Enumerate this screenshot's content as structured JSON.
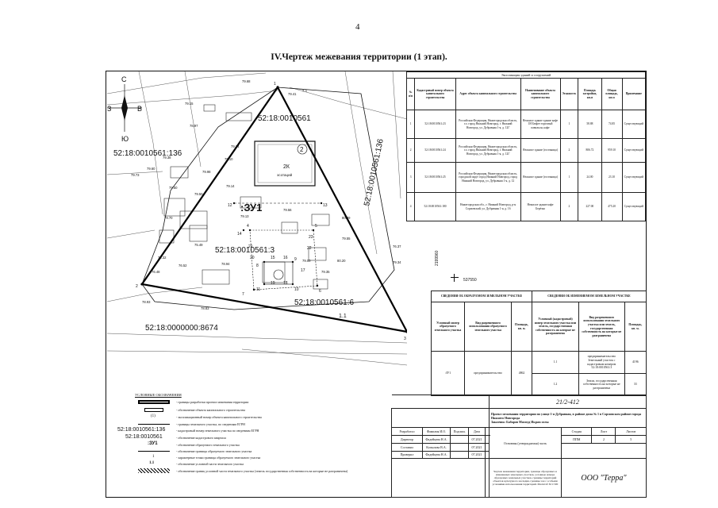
{
  "page_number": "4",
  "title": "IV.Чертеж межевания территории (1 этап).",
  "map": {
    "compass": {
      "north": "С",
      "south": "Ю",
      "west": "З",
      "east": "В"
    },
    "parcel_labels": [
      "52:18:0010561",
      "52:18:0010561:136",
      "52:18:0010561:136",
      "52:18:0010561:3",
      "52:18:0010561:6",
      "52:18:0000000:8674"
    ],
    "zone_label": ":ЗУ1",
    "zone_code": "1.1",
    "building_label": "2К",
    "building_sub": "эсотаций",
    "building_num": "2",
    "coord_vertical": "2199960",
    "coord_horizontal": "537550",
    "elevations": [
      "79.68",
      "79.41",
      "7 п",
      "79.15",
      "76.37",
      "79.34",
      "78.93",
      "78.83",
      "79.38",
      "79.50",
      "79.60",
      "79.73",
      "78.97",
      "79.10",
      "79.98",
      "79.24",
      "79.14",
      "79.50",
      "79.70",
      "75.49",
      "79.32",
      "76.48",
      "76.52",
      "78.94",
      "79.00",
      "80.20",
      "79.55",
      "80.09",
      "79.56",
      "79.13",
      "79.35"
    ],
    "vertex_numbers": [
      "1",
      "2",
      "3",
      "4",
      "5",
      "6",
      "7",
      "8",
      "9",
      "10",
      "11",
      "12",
      "13",
      "14",
      "15",
      "16",
      "17",
      "18",
      "19",
      "20",
      "21",
      "22",
      "23"
    ]
  },
  "table1": {
    "caption": "Экспликация зданий и сооружений",
    "headers": [
      "№ п/п",
      "Кадастровый номер объекта капитального строительства",
      "Адрес объекта капитального строительства",
      "Наименование объекта капитального строительства",
      "Этажность",
      "Площадь застройки, кв.м",
      "Общая площадь, кв.м",
      "Примечание"
    ],
    "rows": [
      [
        "1",
        "52:18:0010561:23",
        "Российская Федерация, Нижегородская область, г.о. город Нижний Новгород, г. Нижний Новгород, ул. Дубравная 1-я, д. 12Г",
        "Нежилое здание здание кафе 1Н Бюфет торговый павильон, кафе",
        "1",
        "58.88",
        "74.85",
        "Существующий"
      ],
      [
        "2",
        "52:18:0010561:24",
        "Российская Федерация, Нижегородская область, г.о. город Нижний Новгород, г. Нижний Новгород, ул. Дубравная 1-я, д. 12Г",
        "Нежилое здание (гостиница)",
        "2",
        "806.72",
        "959.10",
        "Существующий"
      ],
      [
        "3",
        "52:18:0010561:25",
        "Российская Федерация, Нижегородская область, городской округ город Нижний Новгород, город Нижний Новгород, ул. Дубравная 1-я, д. 12",
        "Нежилое здание (гостиница)",
        "1",
        "24.00",
        "23.10",
        "Существующий"
      ],
      [
        "4",
        "52:18:0010561:180",
        "Нижегородская обл., г. Нижний Новгород, р-н Сормовский, ул. Дубравная 1-я, д. 16",
        "Нежилое здание кафе Берёзка",
        "2",
        "227.00",
        "475.20",
        "Существующий"
      ]
    ]
  },
  "table2": {
    "left_title": "СВЕДЕНИЯ ОБ ОБРАЗУЕМОМ ЗЕМЕЛЬНОМ УЧАСТКЕ",
    "right_title": "СВЕДЕНИЯ ОБ ИЗМЕНЯЕМОМ ЗЕМЕЛЬНОМ УЧАСТКЕ",
    "left_headers": [
      "Условный номер образуемого земельного участка",
      "Вид разрешенного использования образуемого земельного участка",
      "Площадь, кв. м."
    ],
    "right_headers": [
      "Условный (кадастровый) номер земельного участка или земель, государственная собственность на которые не разграничена",
      "Вид разрешенного использования земельного участка или земель, государственная собственность на которые не разграничена",
      "Площадь, кв. м."
    ],
    "row": {
      "num": ":ЗУ1",
      "use": "предпринимательство",
      "area": "4862"
    },
    "sub_rows": [
      {
        "code": "1.1",
        "desc": "предпринимательство Земельный участок с кадастровым номером 52:18:0010561:3",
        "area": "4196"
      },
      {
        "code": "1.2",
        "desc": "Земли, государственная собственность на которые не разграничена",
        "area": "33"
      }
    ]
  },
  "legend": {
    "title": "УСЛОВНЫЕ ОБОЗНАЧЕНИЯ",
    "items": [
      {
        "sym": "",
        "text": "- границы разработки проекта межевания территории"
      },
      {
        "sym": "",
        "text": "- обозначение объекта капитального строительства"
      },
      {
        "sym": "(1)",
        "text": "- экспликационный номер объекта капитального строительства"
      },
      {
        "sym": "",
        "text": "- границы земельного участка, по сведениям ЕГРН"
      },
      {
        "sym": "52:18:0010561:136",
        "text": "- кадастровый номер земельного участка по сведениям ЕГРН"
      },
      {
        "sym": "52:18:0010561",
        "text": "- обозначение кадастрового квартала"
      },
      {
        "sym": ":ЗУ1",
        "text": "- обозначение образуемого земельного участка"
      },
      {
        "sym": "",
        "text": "- обозначение границы образуемого земельного участка"
      },
      {
        "sym": "1",
        "text": "- характерные точки границы образуемого земельного участка"
      },
      {
        "sym": "1.1",
        "text": "- обозначение условной части земельного участка"
      },
      {
        "sym": "",
        "text": "- обозначение границ условной части земельного участка (земель государственная собственность на которые не разграничена)"
      }
    ]
  },
  "stamp": {
    "code": "21/2-412",
    "project": "Проект межевания территории по улице 1-я Дубравная, в районе дома № 1 в Сормовском районе города Нижнего Новгорода",
    "customer": "Заказчик: Бабаров Махмуд Икрам оглы",
    "rows": [
      {
        "role": "Директор",
        "name": "Фадейцева Н.А.",
        "date": "07.2021"
      },
      {
        "role": "Составил",
        "name": "Копылова В.А.",
        "date": "07.2021"
      },
      {
        "role": "Проверил",
        "name": "Фадейцева Н.А.",
        "date": "07.2021"
      }
    ],
    "header_fio": "Фамилия И.О.",
    "header_sign": "Подпись",
    "header_date": "Дата",
    "developer": "Разработал",
    "developer_name": "Фамилия И.О.",
    "section": "Основная (утверждаемая) часть",
    "stage_h": "Стадия",
    "sheet_h": "Лист",
    "sheets_h": "Листов",
    "stage": "ППМ",
    "sheet": "2",
    "sheets": "5",
    "drawing_desc": "Чертеж межевания территории, границы образуемых и изменяемых земельных участков, условные номера образуемых земельных участков, границы территорий объектов культурного наследия, границы зон с особыми условиями использования территорий. Масштаб М 1:500",
    "company": "ООО \"Терра\""
  }
}
